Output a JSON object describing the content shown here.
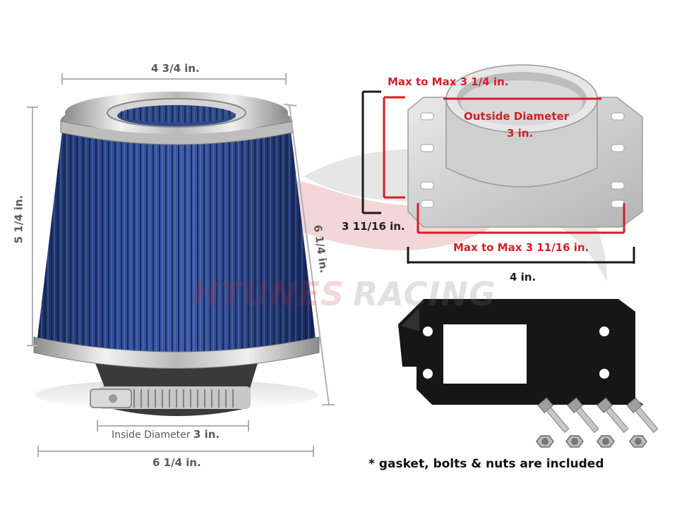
{
  "watermark": {
    "brand_left": "HTUNES",
    "brand_right": "RACING"
  },
  "filter": {
    "top_width": "4 3/4 in.",
    "height": "5 1/4 in.",
    "slant_height": "6 1/4 in.",
    "inside_diameter_label": "Inside Diameter",
    "inside_diameter_value": "3 in.",
    "base_width": "6 1/4 in."
  },
  "adapter": {
    "max_to_max_top": "Max to Max  3 1/4 in.",
    "outside_diameter_label": "Outside Diameter",
    "outside_diameter_value": "3 in.",
    "height": "3 11/16 in.",
    "max_to_max_bottom": "Max to Max 3 11/16 in.",
    "width": "4 in."
  },
  "note": "* gasket, bolts & nuts are included",
  "colors": {
    "filter_blue": "#1f3f86",
    "dimension_red": "#d41f26",
    "dimension_gray": "#9a9a9a",
    "gasket": "#161616"
  }
}
